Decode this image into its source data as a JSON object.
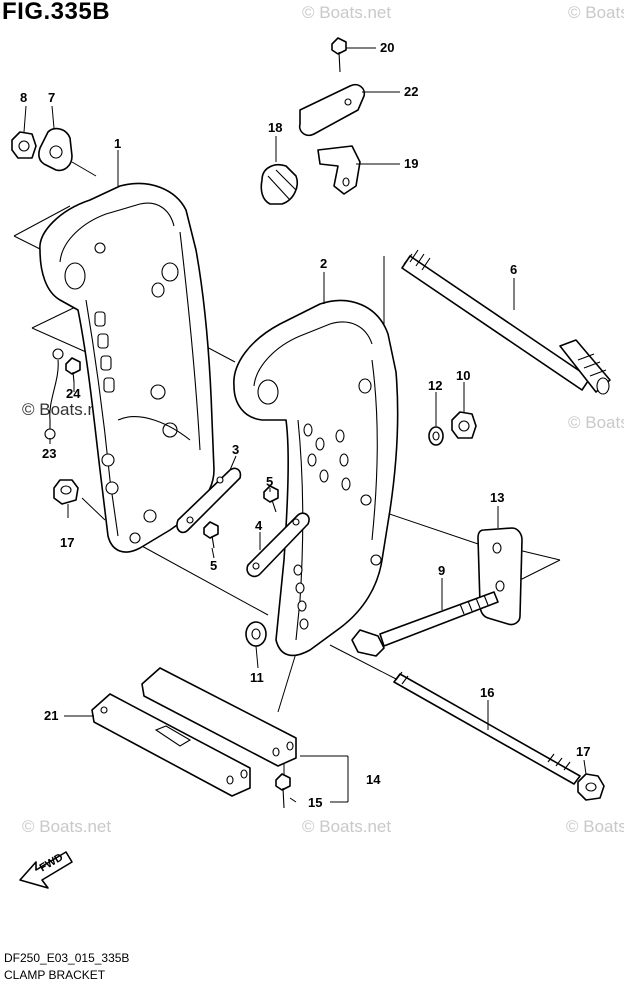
{
  "figure": {
    "title": "FIG.335B",
    "code": "DF250_E03_015_335B",
    "name": "CLAMP BRACKET"
  },
  "watermark": {
    "text": "© Boats.net"
  },
  "fwd_label": "FWD",
  "callouts": [
    "1",
    "2",
    "3",
    "4",
    "5",
    "5",
    "6",
    "7",
    "8",
    "9",
    "10",
    "11",
    "12",
    "13",
    "14",
    "15",
    "16",
    "17",
    "17",
    "18",
    "19",
    "20",
    "21",
    "22",
    "23",
    "24"
  ]
}
